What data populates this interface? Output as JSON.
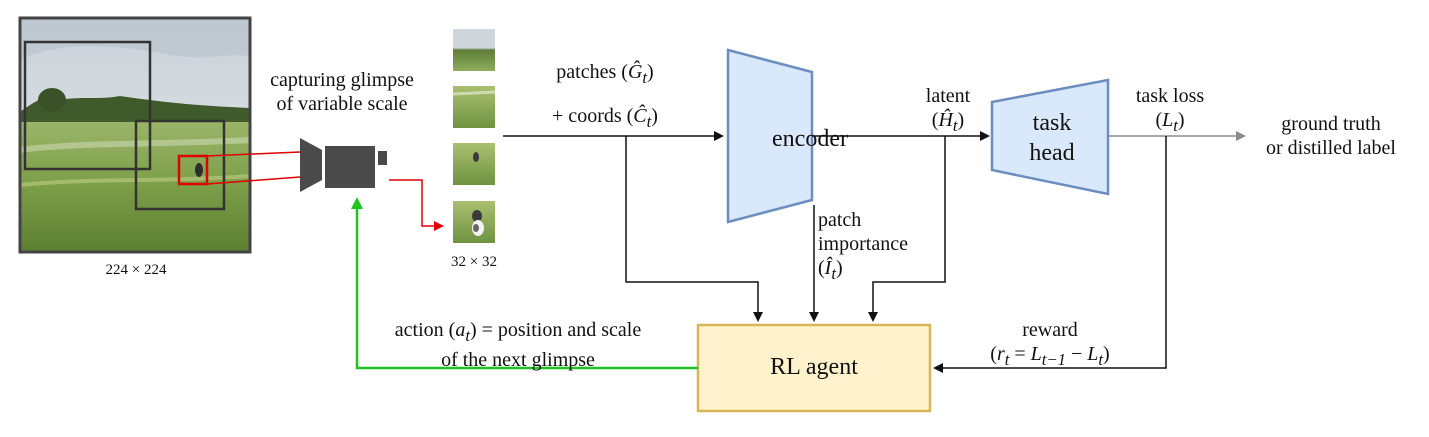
{
  "image": {
    "size_label": "224 × 224",
    "glimpse_size_label": "32 × 32"
  },
  "camera": {
    "line1": "capturing glimpse",
    "line2": "of variable scale"
  },
  "patches": {
    "line1_prefix": "patches (",
    "line1_symbol": "Ĝ",
    "line1_sub": "t",
    "line1_suffix": ")",
    "line2_prefix": "+ coords (",
    "line2_symbol": "Ĉ",
    "line2_sub": "t",
    "line2_suffix": ")"
  },
  "encoder": {
    "label": "encoder"
  },
  "latent": {
    "label": "latent",
    "symbol_prefix": "(",
    "symbol": "Ĥ",
    "sub": "t",
    "symbol_suffix": ")"
  },
  "task_head": {
    "line1": "task",
    "line2": "head"
  },
  "task_loss": {
    "label": "task loss",
    "symbol_prefix": "(",
    "symbol": "L",
    "sub": "t",
    "symbol_suffix": ")"
  },
  "target": {
    "line1": "ground truth",
    "line2": "or distilled label"
  },
  "importance": {
    "line1": "patch",
    "line2": "importance",
    "symbol_prefix": "(",
    "symbol": "Î",
    "sub": "t",
    "symbol_suffix": ")"
  },
  "agent": {
    "label": "RL agent"
  },
  "action": {
    "line1_prefix": "action (",
    "line1_symbol": "a",
    "line1_sub": "t",
    "line1_suffix": ") = position and scale",
    "line2": "of the next glimpse"
  },
  "reward": {
    "label": "reward",
    "formula_prefix": "(",
    "r": "r",
    "r_sub": "t",
    "eq": " = ",
    "L1": "L",
    "L1_sub": "t−1",
    "minus": " − ",
    "L2": "L",
    "L2_sub": "t",
    "formula_suffix": ")"
  },
  "colors": {
    "box_fill": "#dae8fc",
    "box_stroke": "#6c8ebf",
    "agent_fill": "#fff2cc",
    "agent_stroke": "#d6b656",
    "red": "#e00000",
    "green": "#1fc41f",
    "gray": "#8a8a8a",
    "camera": "#4a4a4a"
  }
}
